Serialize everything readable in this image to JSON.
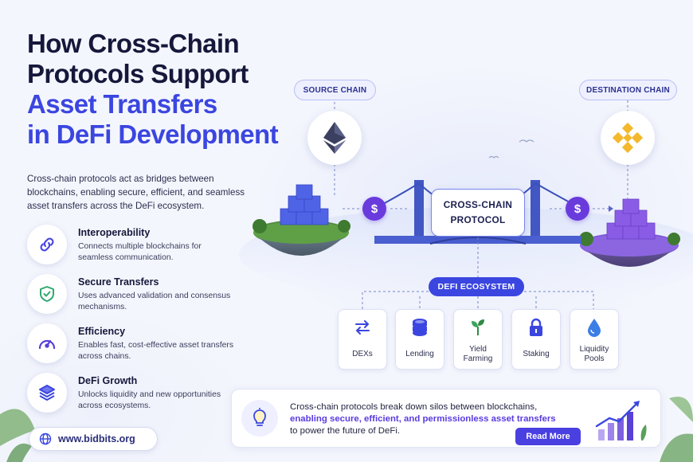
{
  "title": {
    "line1": "How Cross-Chain",
    "line2": "Protocols Support",
    "line3": "Asset Transfers",
    "line4": "in DeFi Development"
  },
  "description": "Cross-chain protocols act as bridges between blockchains, enabling secure, efficient, and seamless asset transfers across the DeFi ecosystem.",
  "features": [
    {
      "title": "Interoperability",
      "text": "Connects multiple blockchains for seamless communication.",
      "icon": "link-icon"
    },
    {
      "title": "Secure Transfers",
      "text": "Uses advanced validation and consensus mechanisms.",
      "icon": "shield-check-icon"
    },
    {
      "title": "Efficiency",
      "text": "Enables fast, cost-effective asset transfers across chains.",
      "icon": "speedometer-icon"
    },
    {
      "title": "DeFi Growth",
      "text": "Unlocks liquidity and new opportunities across ecosystems.",
      "icon": "layers-icon"
    }
  ],
  "website": "www.bidbits.org",
  "diagram": {
    "source_label": "SOURCE CHAIN",
    "destination_label": "DESTINATION CHAIN",
    "protocol_line1": "CROSS-CHAIN",
    "protocol_line2": "PROTOCOL",
    "currency_symbol": "$",
    "ecosystem_label": "DEFI ECOSYSTEM",
    "ecosystem_items": [
      {
        "label": "DEXs",
        "icon": "swap-arrows-icon"
      },
      {
        "label": "Lending",
        "icon": "coin-stack-icon"
      },
      {
        "label": "Yield Farming",
        "icon": "sprout-icon"
      },
      {
        "label": "Staking",
        "icon": "lock-icon"
      },
      {
        "label": "Liquidity Pools",
        "icon": "droplet-icon"
      }
    ]
  },
  "banner": {
    "line1": "Cross-chain protocols break down silos between blockchains,",
    "line2": "enabling secure, efficient, and permissionless asset transfers",
    "line3": "to power the future of DeFi.",
    "button": "Read More"
  },
  "colors": {
    "accent_blue": "#3b46e0",
    "accent_purple": "#6a3bdc",
    "title_dark": "#15183a"
  }
}
